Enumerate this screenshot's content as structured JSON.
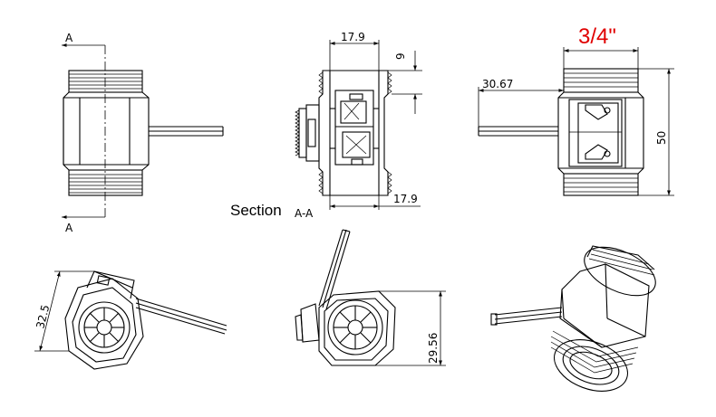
{
  "labels": {
    "section_a_top": "A",
    "section_a_bottom": "A",
    "dim_top_width": "17.9",
    "dim_bottom_width": "17.9",
    "dim_depth": "9",
    "dim_thread_size": "3/4\"",
    "dim_wire_length": "30.67",
    "dim_height": "50",
    "dim_iso_left": "32.5",
    "dim_iso_mid": "29.56",
    "section_caption": "Section",
    "section_caption_suffix": "A-A"
  },
  "colors": {
    "line": "#000000",
    "highlight": "#e00000",
    "background": "#ffffff"
  }
}
